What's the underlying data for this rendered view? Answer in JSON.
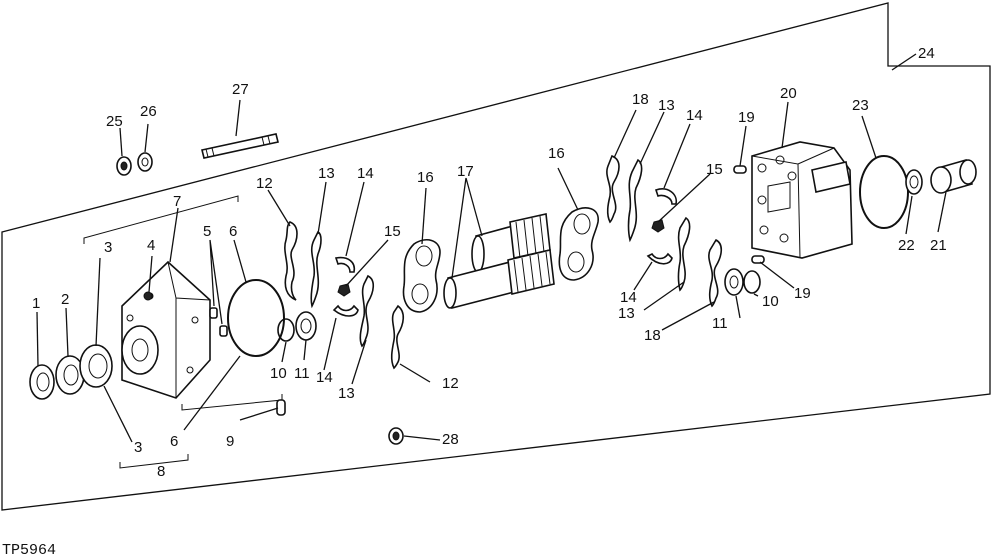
{
  "figure_code": "TP5964",
  "callouts": {
    "c1": "1",
    "c2": "2",
    "c3a": "3",
    "c3b": "3",
    "c4": "4",
    "c5": "5",
    "c6a": "6",
    "c6b": "6",
    "c7": "7",
    "c8": "8",
    "c9": "9",
    "c10a": "10",
    "c10b": "10",
    "c11a": "11",
    "c11b": "11",
    "c12a": "12",
    "c12b": "12",
    "c13a": "13",
    "c13b": "13",
    "c13c": "13",
    "c13d": "13",
    "c14a": "14",
    "c14b": "14",
    "c14c": "14",
    "c14d": "14",
    "c15a": "15",
    "c15b": "15",
    "c16a": "16",
    "c16b": "16",
    "c17": "17",
    "c18a": "18",
    "c18b": "18",
    "c19a": "19",
    "c19b": "19",
    "c20": "20",
    "c21": "21",
    "c22": "22",
    "c23": "23",
    "c24": "24",
    "c25": "25",
    "c26": "26",
    "c27": "27",
    "c28": "28"
  }
}
